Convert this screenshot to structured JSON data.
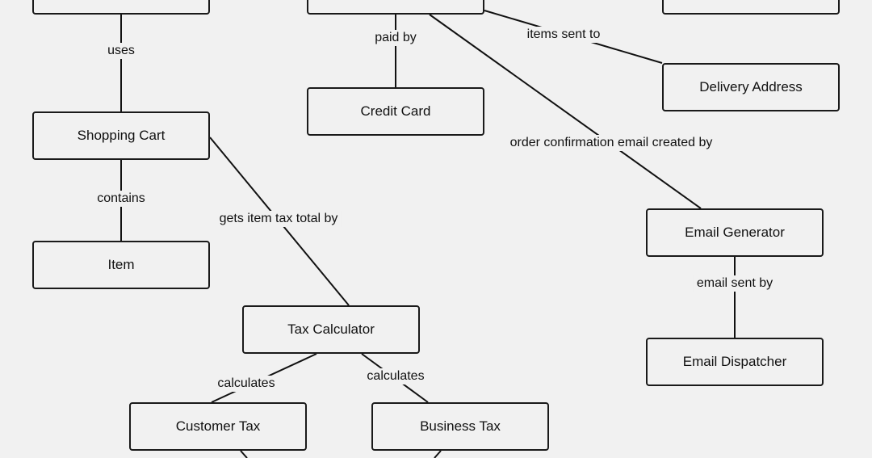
{
  "nodes": {
    "top_left": "",
    "top_center": "",
    "top_right": "",
    "shopping_cart": "Shopping Cart",
    "item": "Item",
    "credit_card": "Credit Card",
    "delivery_address": "Delivery Address",
    "email_generator": "Email Generator",
    "email_dispatcher": "Email Dispatcher",
    "tax_calculator": "Tax Calculator",
    "customer_tax": "Customer Tax",
    "business_tax": "Business Tax"
  },
  "edges": {
    "uses": "uses",
    "contains": "contains",
    "gets_item_tax_total_by": "gets item tax total by",
    "paid_by": "paid by",
    "items_sent_to": "items sent to",
    "order_confirmation": "order confirmation email created by",
    "email_sent_by": "email sent by",
    "calculates_customer": "calculates",
    "calculates_business": "calculates"
  }
}
